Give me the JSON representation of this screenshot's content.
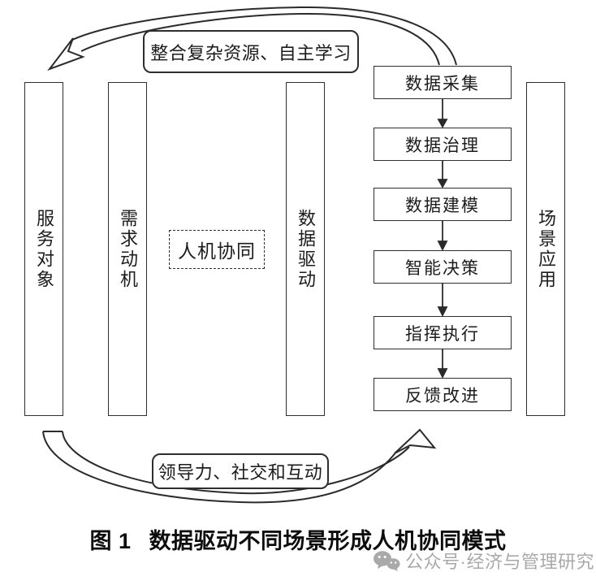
{
  "diagram": {
    "top_arrow_label": "整合复杂资源、自主学习",
    "bottom_arrow_label": "领导力、社交和互动",
    "pillars": [
      {
        "id": "service-object",
        "label": "服务对象"
      },
      {
        "id": "demand-motivation",
        "label": "需求动机"
      },
      {
        "id": "data-driven",
        "label": "数据驱动"
      },
      {
        "id": "scenario-application",
        "label": "场景应用"
      }
    ],
    "dashed_box_label": "人机协同",
    "flow_steps": [
      "数据采集",
      "数据治理",
      "数据建模",
      "智能决策",
      "指挥执行",
      "反馈改进"
    ],
    "colors": {
      "stroke": "#2e2e2e",
      "background": "#ffffff",
      "watermark_gray": "#a9a9a9"
    }
  },
  "caption": {
    "figure_number": "图 1",
    "title": "数据驱动不同场景形成人机协同模式"
  },
  "watermark": {
    "icon": "wechat-icon",
    "text": "公众号·经济与管理研究"
  }
}
